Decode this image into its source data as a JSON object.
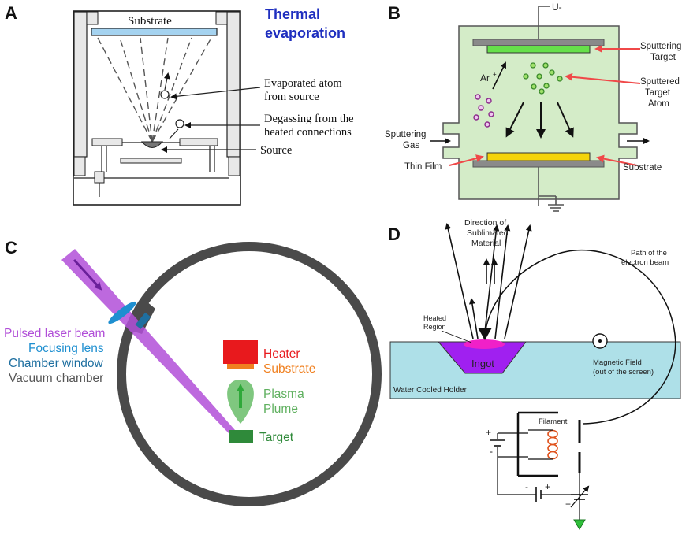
{
  "panels": {
    "a": {
      "letter": "A",
      "title_line1": "Thermal",
      "title_line2": "evaporation",
      "substrate": "Substrate",
      "evap_atom_l1": "Evaporated atom",
      "evap_atom_l2": "from source",
      "degassing_l1": "Degassing from the",
      "degassing_l2": "heated connections",
      "source": "Source"
    },
    "b": {
      "letter": "B",
      "voltage": "U-",
      "sputtering_target_l1": "Sputtering",
      "sputtering_target_l2": "Target",
      "ar_ion": "Ar",
      "ar_sup": "+",
      "sputtered_atom_l1": "Sputtered",
      "sputtered_atom_l2": "Target",
      "sputtered_atom_l3": "Atom",
      "gas_l1": "Sputtering",
      "gas_l2": "Gas",
      "thin_film": "Thin Film",
      "substrate": "Substrate"
    },
    "c": {
      "letter": "C",
      "pulsed_laser": "Pulsed laser beam",
      "focusing_lens": "Focusing lens",
      "chamber_window": "Chamber window",
      "vacuum_chamber": "Vacuum chamber",
      "heater": "Heater",
      "substrate": "Substrate",
      "plasma_l1": "Plasma",
      "plasma_l2": "Plume",
      "target": "Target"
    },
    "d": {
      "letter": "D",
      "direction_l1": "Direction of",
      "direction_l2": "Sublimated",
      "direction_l3": "Material",
      "path_l1": "Path of the",
      "path_l2": "electron beam",
      "heated_l1": "Heated",
      "heated_l2": "Region",
      "ingot": "Ingot",
      "magnetic_l1": "Magnetic Field",
      "magnetic_l2": "(out of the screen)",
      "holder": "Water Cooled Holder",
      "filament": "Filament",
      "plus": "+",
      "minus": "-"
    }
  },
  "colors": {
    "thermal_title": "#1f2fbf",
    "chamber_green": "#d4ecc8",
    "laser": "#b14fd8",
    "lens": "#1e8fd0",
    "heater": "#e8191d",
    "substrate_c": "#f08020",
    "plume": "#7fc77f",
    "target_c": "#2f8a3a",
    "ingot": "#a020f0",
    "holder": "#aee0e8"
  }
}
